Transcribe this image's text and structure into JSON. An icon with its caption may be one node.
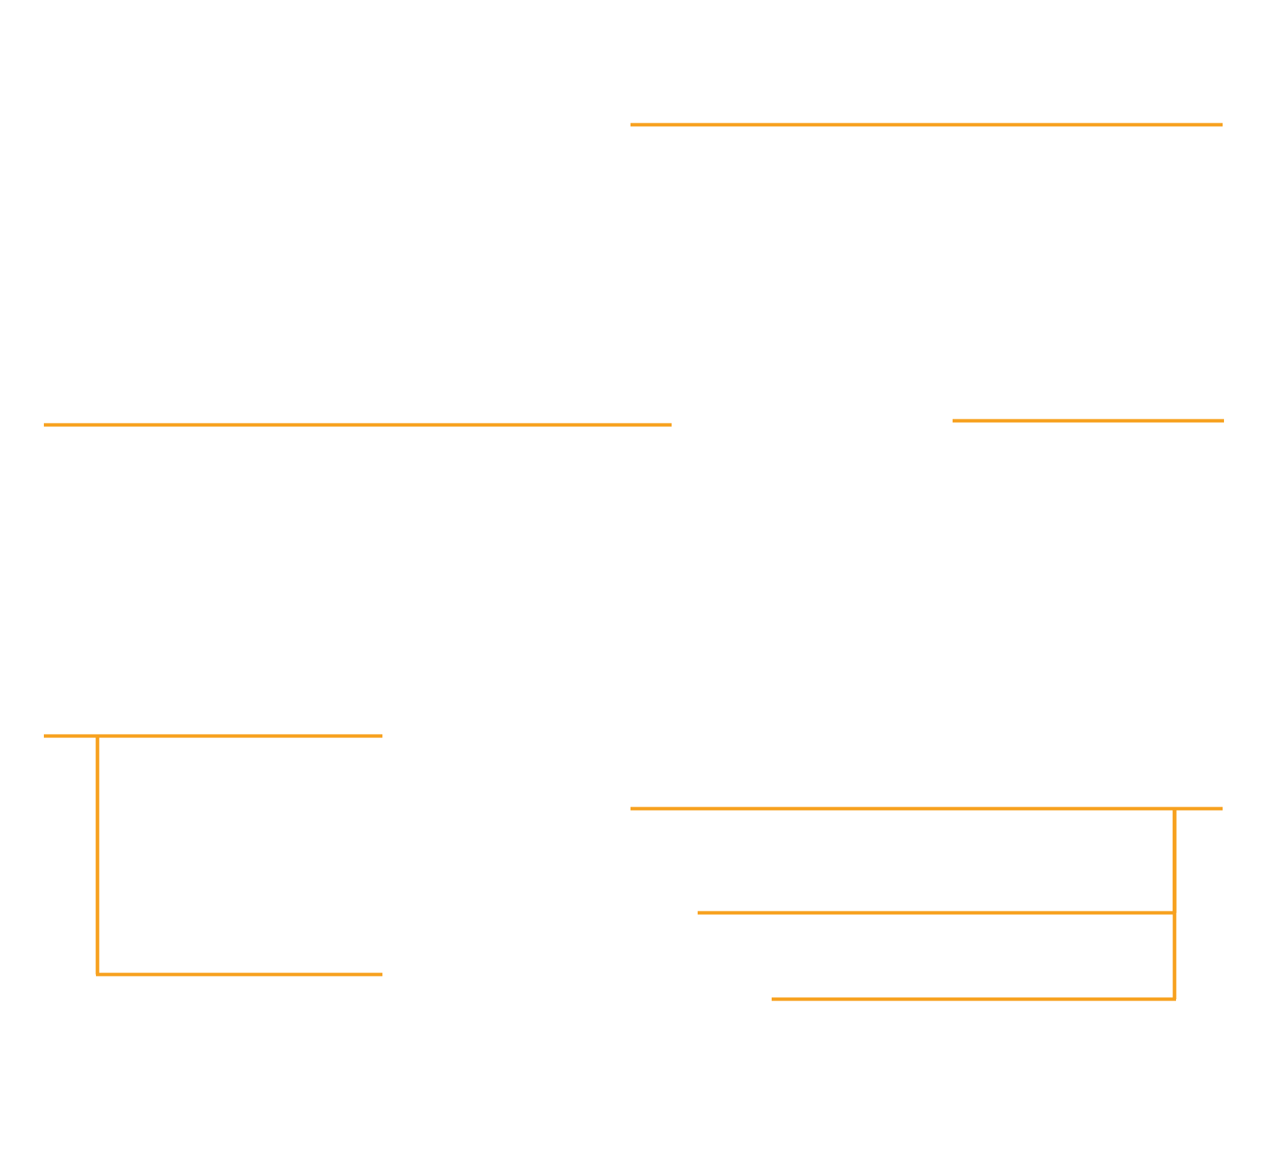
{
  "diagram": {
    "nodes": [
      {
        "text": [],
        "shape": "bar"
      },
      {
        "text": [],
        "shape": "bar"
      },
      {
        "text": [],
        "shape": "bar"
      },
      {
        "text": [],
        "shape": "bar"
      },
      {
        "text": [],
        "shape": "bar"
      },
      {
        "text": [],
        "shape": "bar"
      },
      {
        "text": [],
        "shape": "bar"
      },
      {
        "text": [],
        "shape": "bar"
      }
    ],
    "edges": [
      {
        "from": 3,
        "to": 4,
        "arrow": "none"
      },
      {
        "from": 5,
        "to": 6,
        "arrow": "none"
      },
      {
        "from": 5,
        "to": 7,
        "arrow": "none"
      }
    ]
  }
}
